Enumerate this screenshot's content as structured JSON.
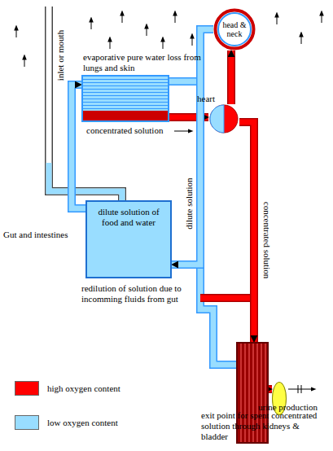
{
  "diagram": {
    "nodes": [
      {
        "text": [
          "evaporative pure water loss from lungs and skin"
        ]
      },
      {
        "text": [
          "head & neck"
        ]
      },
      {
        "text": [
          "heart"
        ]
      },
      {
        "text": [
          "dilute solution of food and water"
        ]
      },
      {
        "text": [
          "exit point for spent concentrated solution through kidneys & bladder"
        ]
      },
      {
        "text": [
          "urine production"
        ]
      }
    ],
    "edges": [
      {
        "from": 0,
        "to": 2,
        "arrow": "to"
      },
      {
        "from": 2,
        "to": 1,
        "arrow": "to"
      },
      {
        "from": 2,
        "to": 4,
        "arrow": "to"
      },
      {
        "from": 4,
        "to": 5,
        "arrow": "to"
      },
      {
        "from": 1,
        "to": 3,
        "arrow": "to"
      },
      {
        "from": 3,
        "to": 0,
        "arrow": "to"
      }
    ],
    "labels": [
      "inlet or mouth",
      "concentrated solution",
      "dilute solution",
      "concentrated solution",
      "Gut and intestines",
      "redilution of solution due to incomming fluids from gut"
    ],
    "legend": [
      {
        "text": "high oxygen content",
        "color": "#ff0000"
      },
      {
        "text": "low oxygen content",
        "color": "#99ddff"
      }
    ]
  }
}
